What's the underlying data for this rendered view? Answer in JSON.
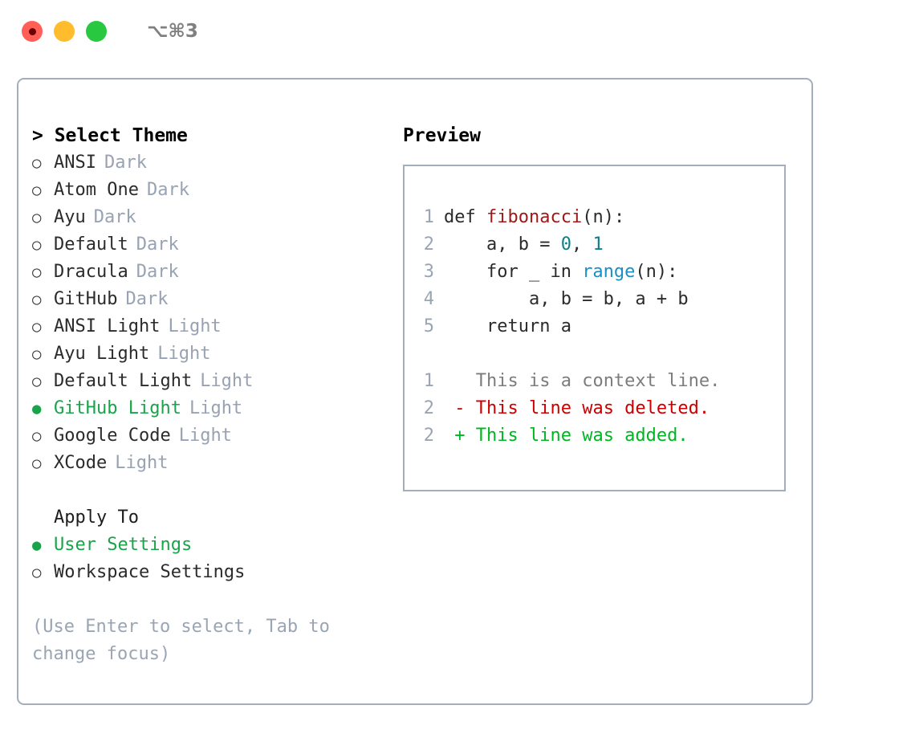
{
  "window": {
    "shortcut": "⌥⌘3",
    "traffic_lights": [
      {
        "name": "close",
        "color": "#ff5f57"
      },
      {
        "name": "minimize",
        "color": "#ffbd2e"
      },
      {
        "name": "maximize",
        "color": "#28c840"
      }
    ],
    "accent_color": "#19a34a",
    "border_color": "#a3aebd",
    "muted_color": "#97a2b2"
  },
  "theme_picker": {
    "heading": "> Select Theme",
    "bullet_unselected": "○",
    "bullet_selected": "●",
    "items": [
      {
        "label": "ANSI",
        "badge": "Dark",
        "selected": false
      },
      {
        "label": "Atom One",
        "badge": "Dark",
        "selected": false
      },
      {
        "label": "Ayu",
        "badge": "Dark",
        "selected": false
      },
      {
        "label": "Default",
        "badge": "Dark",
        "selected": false
      },
      {
        "label": "Dracula",
        "badge": "Dark",
        "selected": false
      },
      {
        "label": "GitHub",
        "badge": "Dark",
        "selected": false
      },
      {
        "label": "ANSI Light",
        "badge": "Light",
        "selected": false
      },
      {
        "label": "Ayu Light",
        "badge": "Light",
        "selected": false
      },
      {
        "label": "Default Light",
        "badge": "Light",
        "selected": false
      },
      {
        "label": "GitHub Light",
        "badge": "Light",
        "selected": true
      },
      {
        "label": "Google Code",
        "badge": "Light",
        "selected": false
      },
      {
        "label": "XCode",
        "badge": "Light",
        "selected": false
      }
    ]
  },
  "apply_to": {
    "heading": "Apply To",
    "items": [
      {
        "label": "User Settings",
        "selected": true
      },
      {
        "label": "Workspace Settings",
        "selected": false
      }
    ]
  },
  "hint": "(Use Enter to select, Tab to change focus)",
  "preview": {
    "heading": "Preview",
    "code_lines": [
      {
        "num": "1",
        "tokens": [
          {
            "text": "def ",
            "type": "plain"
          },
          {
            "text": "fibonacci",
            "type": "fn"
          },
          {
            "text": "(n):",
            "type": "plain"
          }
        ]
      },
      {
        "num": "2",
        "tokens": [
          {
            "text": "    a, b = ",
            "type": "plain"
          },
          {
            "text": "0",
            "type": "num"
          },
          {
            "text": ", ",
            "type": "plain"
          },
          {
            "text": "1",
            "type": "num"
          }
        ]
      },
      {
        "num": "3",
        "tokens": [
          {
            "text": "    for _ in ",
            "type": "plain"
          },
          {
            "text": "range",
            "type": "call"
          },
          {
            "text": "(n):",
            "type": "plain"
          }
        ]
      },
      {
        "num": "4",
        "tokens": [
          {
            "text": "        a, b = b, a + b",
            "type": "plain"
          }
        ]
      },
      {
        "num": "5",
        "tokens": [
          {
            "text": "    return a",
            "type": "plain"
          }
        ]
      }
    ],
    "diff_lines": [
      {
        "num": "1",
        "marker": " ",
        "text": "This is a context line.",
        "kind": "ctx"
      },
      {
        "num": "2",
        "marker": "-",
        "text": "This line was deleted.",
        "kind": "del"
      },
      {
        "num": "2",
        "marker": "+",
        "text": "This line was added.",
        "kind": "add"
      }
    ]
  }
}
